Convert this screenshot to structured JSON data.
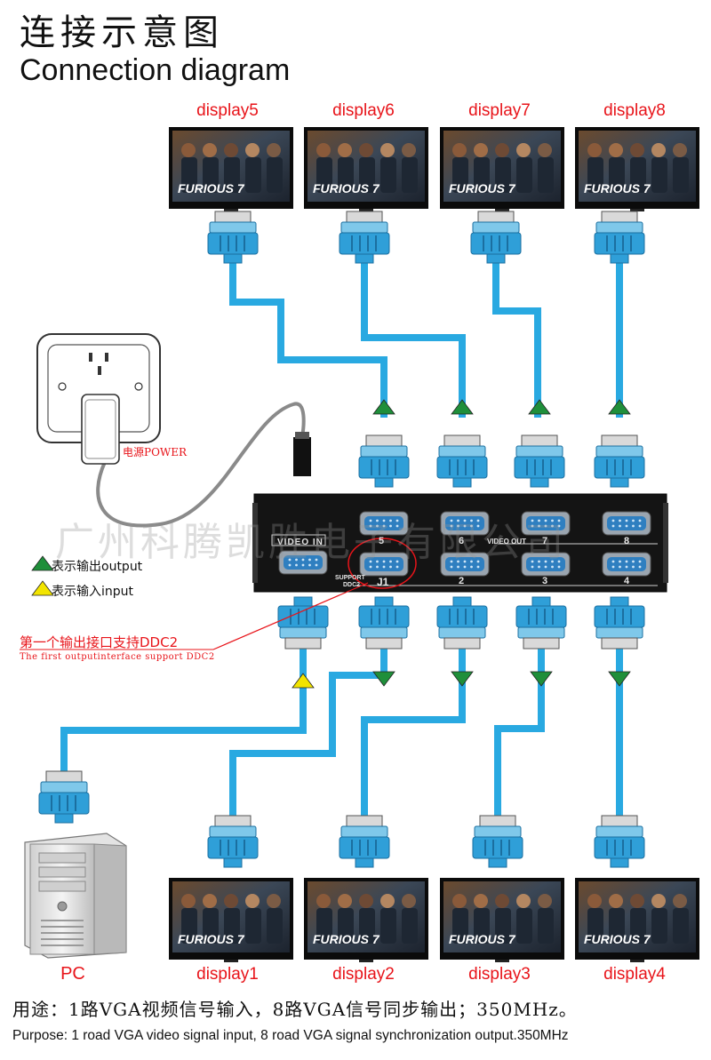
{
  "header": {
    "title_cn": "连接示意图",
    "title_en": "Connection diagram"
  },
  "displays_top": [
    "display5",
    "display6",
    "display7",
    "display8"
  ],
  "displays_bottom": [
    "display1",
    "display2",
    "display3",
    "display4"
  ],
  "pc_label": "PC",
  "power_label": "电源POWER",
  "legend": {
    "output_label": "表示输出output",
    "input_label": "表示输入input",
    "output_color": "#1f8f3a",
    "input_color": "#f2e400"
  },
  "ddc_note": {
    "cn": "第一个输出接口支持DDC2",
    "en": "The first outputinterface support DDC2"
  },
  "splitter": {
    "video_in_label": "VIDEO IN",
    "video_out_label": "VIDEO OUT",
    "support_label": "SUPPORT",
    "ddc_label": "DDC2",
    "port_numbers_top": [
      "5",
      "6",
      "7",
      "8"
    ],
    "port_numbers_bottom": [
      "J1",
      "2",
      "3",
      "4"
    ]
  },
  "screen_title": "FURIOUS 7",
  "watermark": "广州科腾凯胜电子有限公司",
  "purpose": {
    "cn": "用途：1路VGA视频信号输入，8路VGA信号同步输出；350MHz。",
    "en": "Purpose: 1 road VGA video signal input, 8 road VGA signal synchronization output.350MHz"
  },
  "colors": {
    "cable": "#29a9e1",
    "connector": "#2f9fd8",
    "accent_red": "#e8141a",
    "box": "#141414"
  }
}
